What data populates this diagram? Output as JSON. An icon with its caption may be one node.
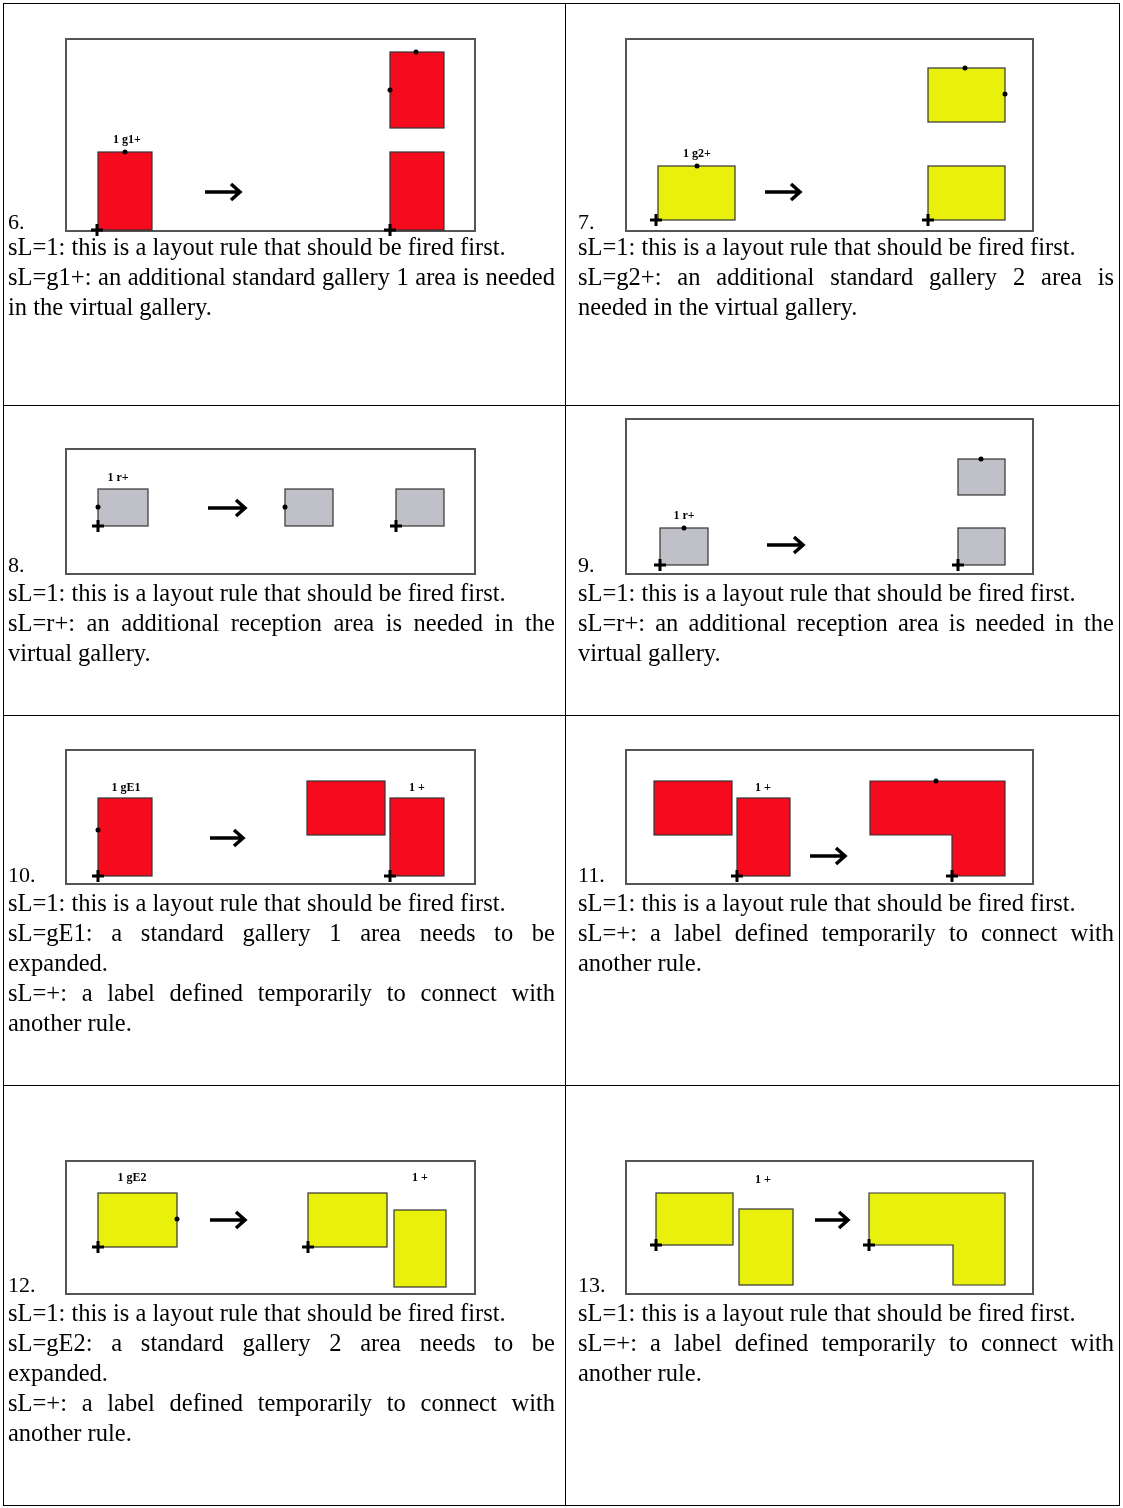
{
  "diagram": {
    "labels": [
      "1 g1+",
      "6.",
      "sL=1: this is a layout rule that should be fired first.",
      "sL=g1+: an additional standard gallery 1 area is needed in the virtual gallery.",
      "1 g2+",
      "7.",
      "sL=1: this is a layout rule that should be fired first.",
      "sL=g2+: an additional standard gallery 2 area is needed in the virtual gallery.",
      "1 r+",
      "8.",
      "sL=1: this is a layout rule that should be fired first.",
      "sL=r+: an additional reception area is needed in the virtual gallery.",
      "1 r+",
      "9.",
      "sL=1: this is a layout rule that should be fired first.",
      "sL=r+: an additional reception area is needed in the virtual gallery.",
      "1 gE1",
      "1 +",
      "10.",
      "sL=1: this is a layout rule that should be fired first.",
      "sL=gE1: a standard gallery 1 area needs to be expanded.",
      "sL=+: a label defined temporarily to connect with another rule.",
      "1 +",
      "11.",
      "sL=1: this is a layout rule that should be fired first.",
      "sL=+: a label defined temporarily to connect with another rule.",
      "1 gE2",
      "1 +",
      "12.",
      "sL=1: this is a layout rule that should be fired first.",
      "sL=gE2: a standard gallery 2 area needs to be expanded.",
      "sL=+: a label defined temporarily to connect with another rule.",
      "1 +",
      "13.",
      "sL=1: this is a layout rule that should be fired first.",
      "sL=+: a label defined temporarily to connect with another rule."
    ]
  }
}
